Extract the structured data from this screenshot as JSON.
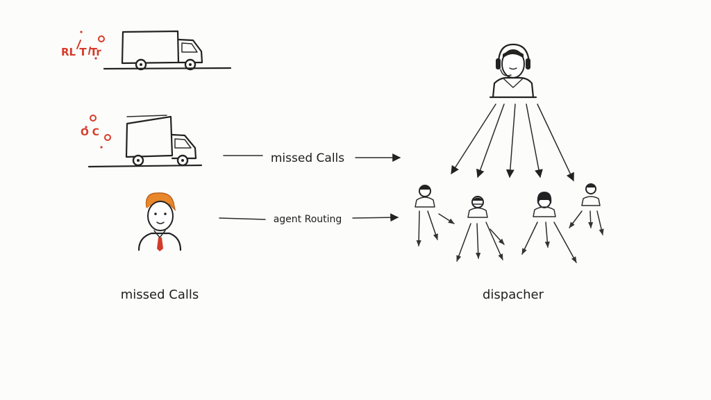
{
  "doodles": {
    "truck_top_scribble": "RL T Tr",
    "truck_mid_scribble": "O C"
  },
  "labels": {
    "arrow_top": "missed Calls",
    "arrow_bottom": "agent Routing",
    "left_caption": "missed Calls",
    "right_caption": "dispacher"
  },
  "colors": {
    "ink": "#222222",
    "accent_red": "#d63b2a",
    "hair_orange": "#e8862a",
    "tie_red": "#d23a2a"
  }
}
